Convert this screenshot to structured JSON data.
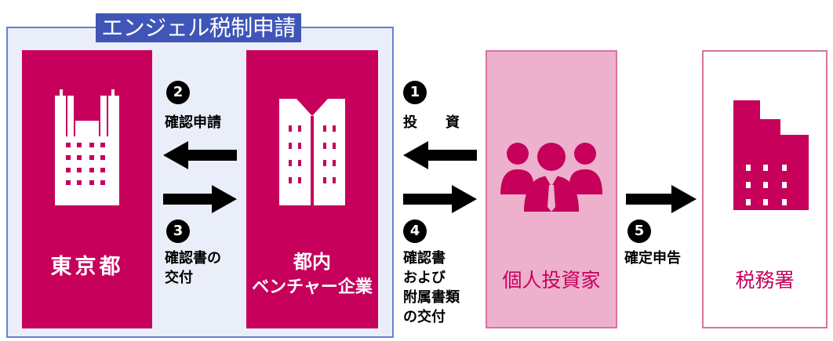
{
  "frame": {
    "title": "エンジェル税制申請"
  },
  "boxes": {
    "tokyo": {
      "label": "東京都"
    },
    "venture": {
      "line1": "都内",
      "line2": "ベンチャー企業"
    },
    "investor": {
      "label": "個人投資家"
    },
    "tax_office": {
      "label": "税務署"
    }
  },
  "steps": [
    {
      "num": "1",
      "label": "投　　資"
    },
    {
      "num": "2",
      "label": "確認申請"
    },
    {
      "num": "3",
      "line1": "確認書の",
      "line2": "交付"
    },
    {
      "num": "4",
      "line1": "確認書",
      "line2": "および",
      "line3": "附属書類",
      "line4": "の交付"
    },
    {
      "num": "5",
      "label": "確定申告"
    }
  ],
  "colors": {
    "magenta": "#c6005b",
    "pink": "#edb1cd",
    "frame_blue": "#3f55b7",
    "frame_bg": "#eaeef8"
  }
}
